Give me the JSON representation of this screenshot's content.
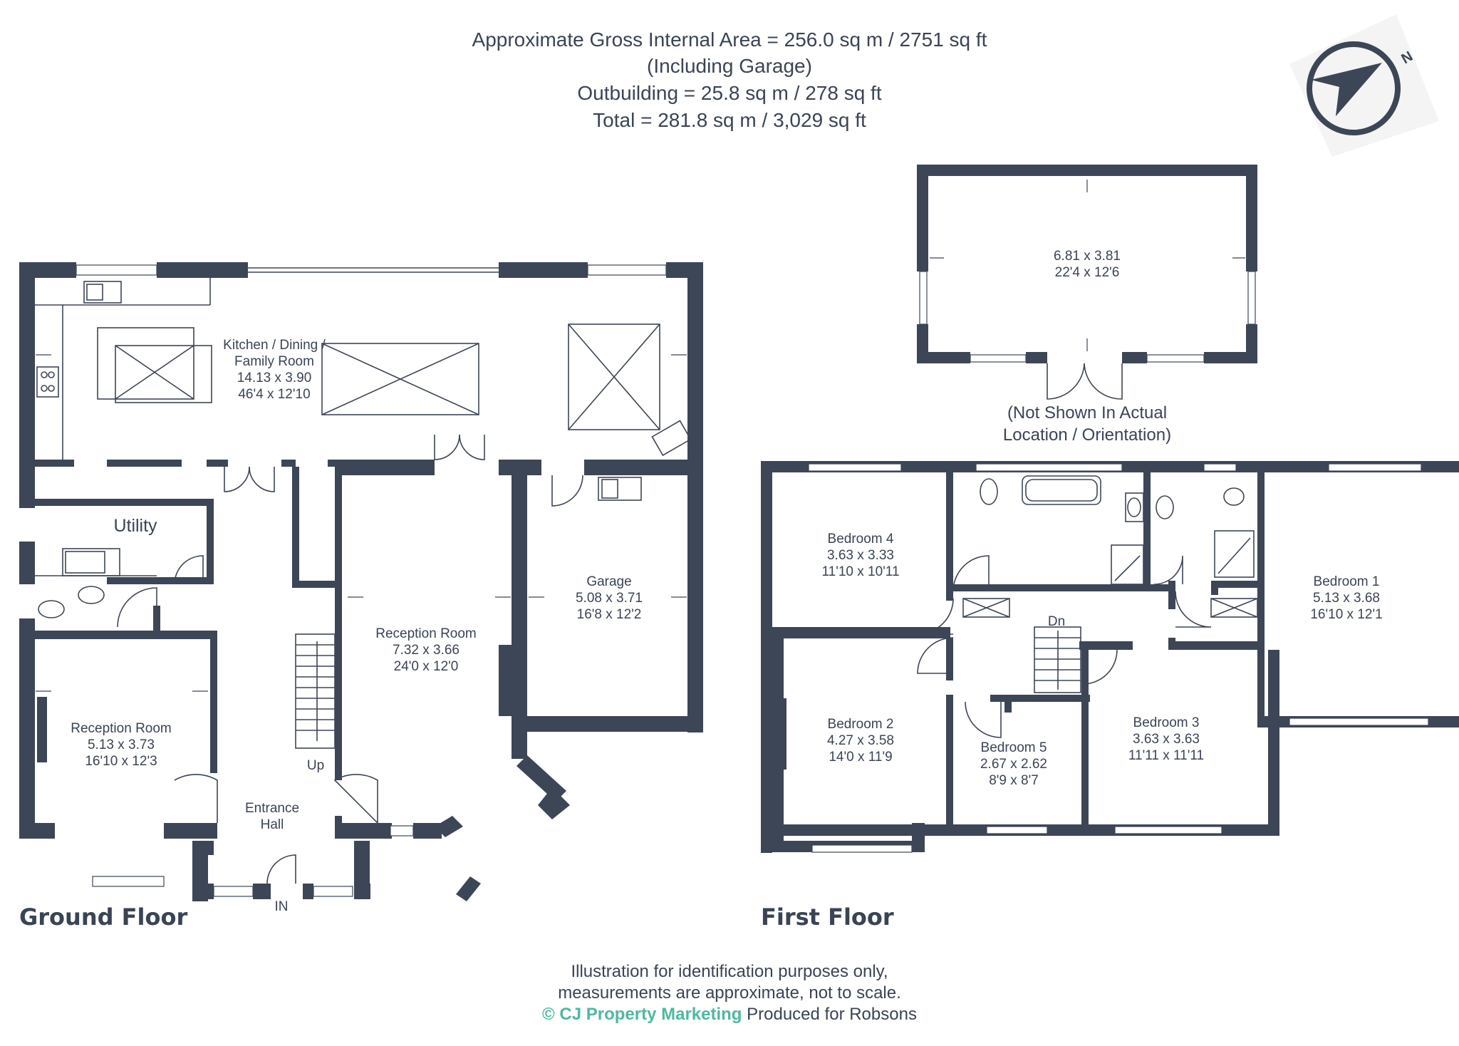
{
  "header": {
    "line1": "Approximate Gross Internal Area = 256.0 sq m / 2751 sq ft",
    "line2": "(Including Garage)",
    "line3": "Outbuilding = 25.8 sq m / 278 sq ft",
    "line4": "Total = 281.8 sq m / 3,029 sq ft"
  },
  "compass": {
    "label": "N",
    "icon": "compass-icon"
  },
  "ground_floor": {
    "title": "Ground Floor",
    "kitchen": {
      "name1": "Kitchen / Dining /",
      "name2": "Family Room",
      "metric": "14.13 x 3.90",
      "imperial": "46'4 x 12'10"
    },
    "utility": {
      "name": "Utility"
    },
    "reception_right": {
      "name": "Reception Room",
      "metric": "7.32 x 3.66",
      "imperial": "24'0 x 12'0"
    },
    "garage": {
      "name": "Garage",
      "metric": "5.08 x 3.71",
      "imperial": "16'8 x 12'2"
    },
    "reception_left": {
      "name": "Reception Room",
      "metric": "5.13 x 3.73",
      "imperial": "16'10 x 12'3"
    },
    "hall": {
      "name1": "Entrance",
      "name2": "Hall"
    },
    "stairs_label": "Up",
    "entry_label": "IN"
  },
  "outbuilding": {
    "metric": "6.81 x 3.81",
    "imperial": "22'4 x 12'6",
    "note1": "(Not Shown In Actual",
    "note2": "Location / Orientation)"
  },
  "first_floor": {
    "title": "First Floor",
    "bedroom4": {
      "name": "Bedroom 4",
      "metric": "3.63 x 3.33",
      "imperial": "11'10 x 10'11"
    },
    "bedroom1": {
      "name": "Bedroom 1",
      "metric": "5.13 x 3.68",
      "imperial": "16'10 x 12'1"
    },
    "bedroom2": {
      "name": "Bedroom 2",
      "metric": "4.27 x 3.58",
      "imperial": "14'0 x 11'9"
    },
    "bedroom5": {
      "name": "Bedroom 5",
      "metric": "2.67 x 2.62",
      "imperial": "8'9 x 8'7"
    },
    "bedroom3": {
      "name": "Bedroom 3",
      "metric": "3.63 x 3.63",
      "imperial": "11'11 x 11'11"
    },
    "stairs_label": "Dn"
  },
  "footer": {
    "line1": "Illustration for identification purposes only,",
    "line2": "measurements are approximate, not to scale.",
    "brand": "© CJ Property Marketing",
    "produced": "Produced for Robsons"
  },
  "colors": {
    "wall": "#3d4656",
    "text": "#3a4455",
    "brand": "#4fb8a0"
  }
}
